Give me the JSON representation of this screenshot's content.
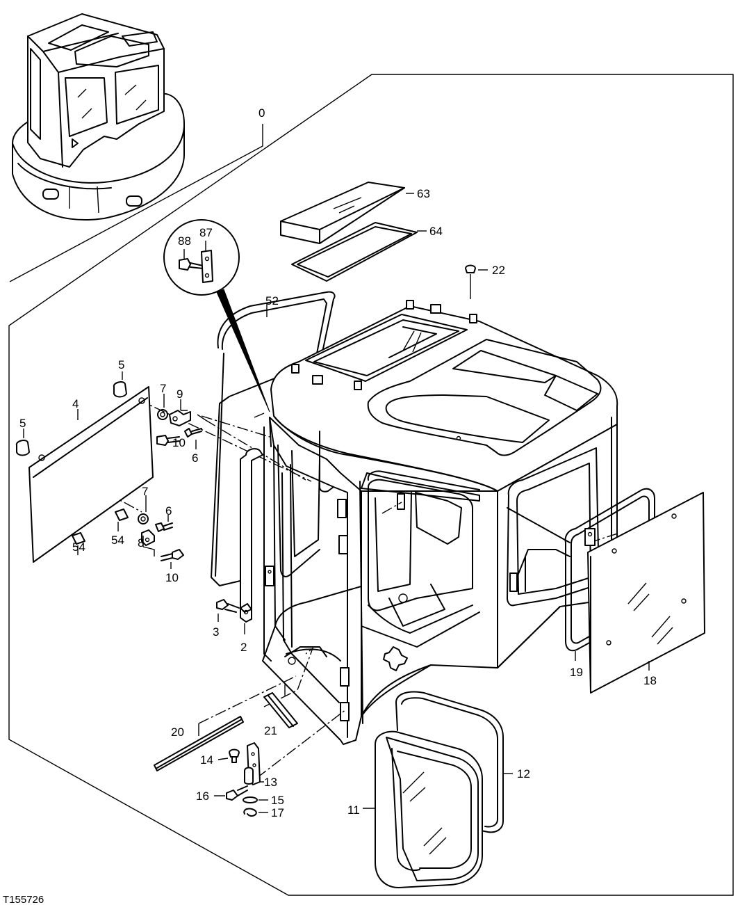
{
  "diagram_id": "T155726",
  "callouts": {
    "c0": "0",
    "c2": "2",
    "c3": "3",
    "c4": "4",
    "c5a": "5",
    "c5b": "5",
    "c6a": "6",
    "c6b": "6",
    "c7a": "7",
    "c7b": "7",
    "c8": "8",
    "c9": "9",
    "c10a": "10",
    "c10b": "10",
    "c11": "11",
    "c12": "12",
    "c13": "13",
    "c14": "14",
    "c15": "15",
    "c16": "16",
    "c17": "17",
    "c18": "18",
    "c19": "19",
    "c20": "20",
    "c21": "21",
    "c22": "22",
    "c52": "52",
    "c54a": "54",
    "c54b": "54",
    "c63": "63",
    "c64": "64",
    "c87": "87",
    "c88": "88"
  }
}
